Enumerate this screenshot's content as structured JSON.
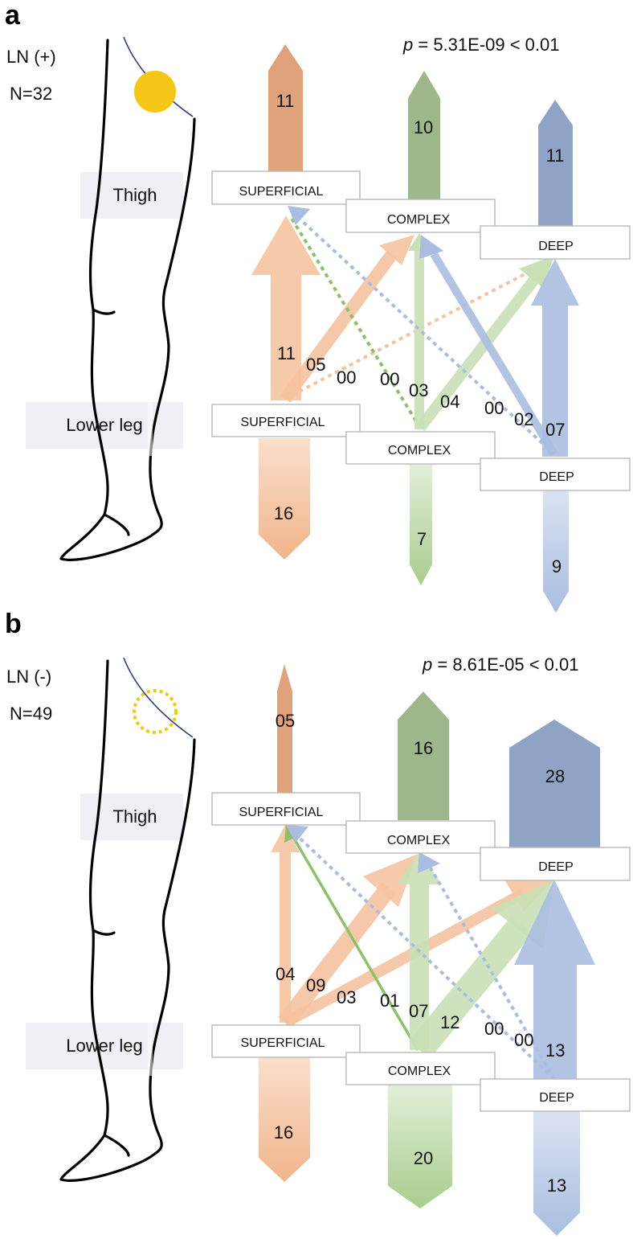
{
  "colors": {
    "superficial_dark": "#e0a27a",
    "superficial_light": "#fbdfcc",
    "complex_dark": "#9db78a",
    "complex_light": "#e2efd8",
    "deep_dark": "#8fa3c6",
    "deep_light": "#dbe3f2",
    "region_bg": "#eef0f5",
    "lymph_node": "#f5c518"
  },
  "panels": [
    {
      "letter": "a",
      "group": "LN (+)",
      "n": "N=32",
      "p_label": "p",
      "p_text": " = 5.31E-09 < 0.01",
      "region_upper": "Thigh",
      "region_lower": "Lower leg",
      "boxes": [
        "SUPERFICIAL",
        "COMPLEX",
        "DEEP"
      ],
      "thigh_values": [
        "11",
        "10",
        "11"
      ],
      "leg_values": [
        "16",
        "7",
        "9"
      ],
      "transitions": {
        "superficial": [
          "11",
          "05",
          "00"
        ],
        "complex": [
          "00",
          "03",
          "04"
        ],
        "deep": [
          "00",
          "02",
          "07"
        ]
      }
    },
    {
      "letter": "b",
      "group": "LN (-)",
      "n": "N=49",
      "p_label": "p",
      "p_text": " = 8.61E-05 < 0.01",
      "region_upper": "Thigh",
      "region_lower": "Lower leg",
      "boxes": [
        "SUPERFICIAL",
        "COMPLEX",
        "DEEP"
      ],
      "thigh_values": [
        "05",
        "16",
        "28"
      ],
      "leg_values": [
        "16",
        "20",
        "13"
      ],
      "transitions": {
        "superficial": [
          "04",
          "09",
          "03"
        ],
        "complex": [
          "01",
          "07",
          "12"
        ],
        "deep": [
          "00",
          "00",
          "13"
        ]
      }
    }
  ]
}
